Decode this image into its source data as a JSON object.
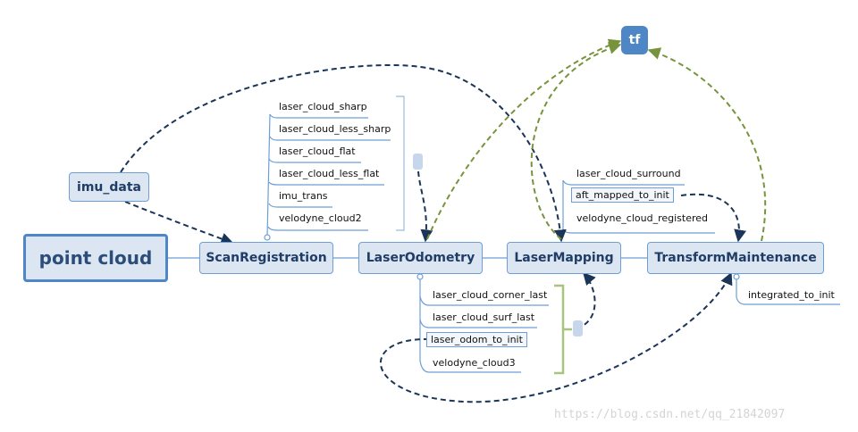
{
  "nodes": {
    "imu_data": "imu_data",
    "point_cloud": "point cloud",
    "scan_registration": "ScanRegistration",
    "laser_odometry": "LaserOdometry",
    "laser_mapping": "LaserMapping",
    "transform_maintenance": "TransformMaintenance",
    "tf": "tf"
  },
  "scan_registration_topics": [
    "laser_cloud_sharp",
    "laser_cloud_less_sharp",
    "laser_cloud_flat",
    "laser_cloud_less_flat",
    "imu_trans",
    "velodyne_cloud2"
  ],
  "laser_odometry_topics": [
    "laser_cloud_corner_last",
    "laser_cloud_surf_last",
    "laser_odom_to_init",
    "velodyne_cloud3"
  ],
  "laser_mapping_topics": [
    "laser_cloud_surround",
    "aft_mapped_to_init",
    "velodyne_cloud_registered"
  ],
  "transform_maintenance_topics": [
    "integrated_to_init"
  ],
  "watermark": "https://blog.csdn.net/qq_21842097",
  "colors": {
    "node_fill": "#dce6f2",
    "node_border": "#6e9fd4",
    "dark_arrow": "#1a3557",
    "green_arrow": "#77933c",
    "tf_fill": "#4f86c6"
  }
}
